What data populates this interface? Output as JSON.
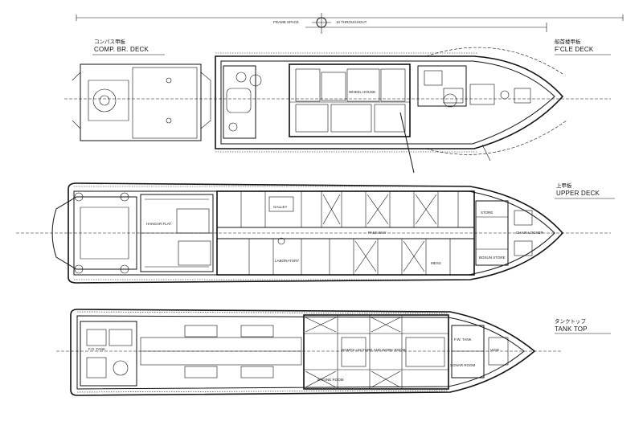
{
  "header": {
    "frame_space_label": "FRAME SPACE",
    "frame_space_value": "10 THROUGHOUT"
  },
  "decks": {
    "comp_br_jp": "コンパス甲板",
    "comp_br_en": "COMP. BR. DECK",
    "fcle_jp": "船首楼甲板",
    "fcle_en": "F'CLE DECK",
    "upper_jp": "上甲板",
    "upper_en": "UPPER DECK",
    "tank_jp": "タンクトップ",
    "tank_en": "TANK TOP"
  },
  "rooms": {
    "wheel_house": "WHEEL HOUSE",
    "galley": "GALLEY",
    "hangar_flat": "HANGAR FLAT",
    "laboratory": "LABORATORY",
    "pass_way": "PASS WAY",
    "mess": "MESS",
    "store": "STORE",
    "chain_locker": "CHAIN LOCKER",
    "engine_room": "ENGINE ROOM",
    "fuel_oil_tank": "F.O. TANK",
    "fresh_water_tank": "F.W. TANK",
    "void": "VOID",
    "sonar_room": "SONAR ROOM",
    "bosun_store": "BOSUN STORE",
    "fwd_label": "DGMTS LECTURE AND WORK ROOM"
  }
}
